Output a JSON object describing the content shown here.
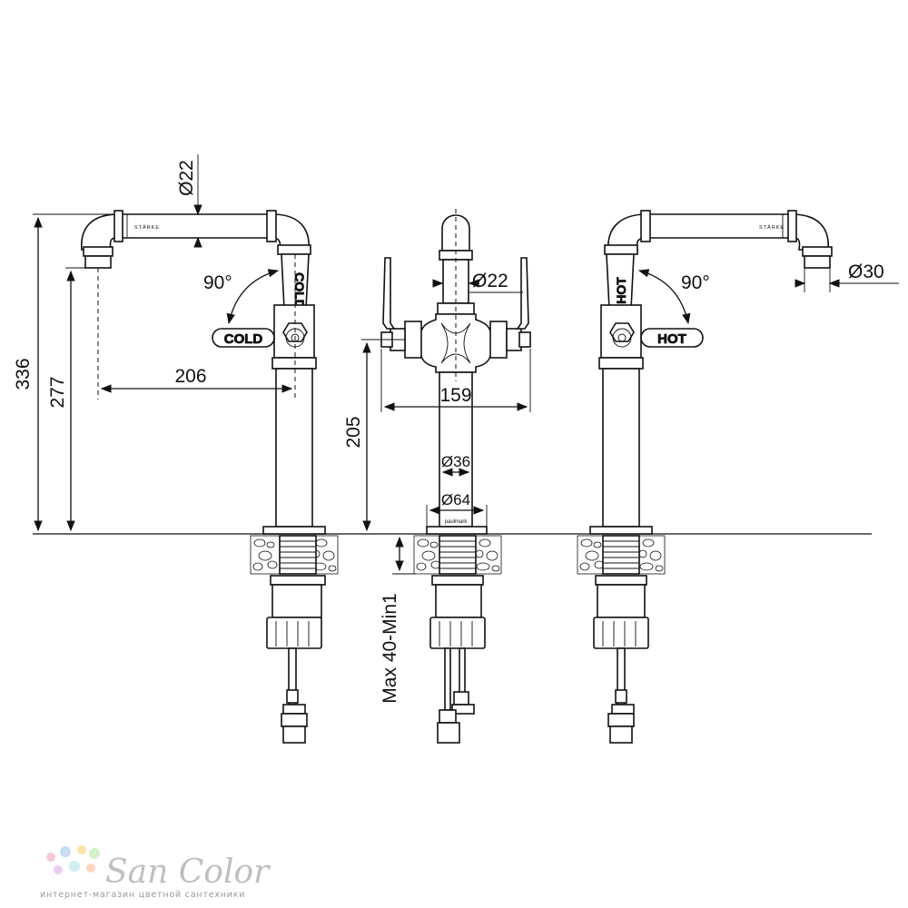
{
  "dimensions": {
    "d22_top": "Ø22",
    "angle_left": "90°",
    "angle_right": "90°",
    "h336": "336",
    "h277": "277",
    "w206": "206",
    "d22_mid": "Ø22",
    "d30": "Ø30",
    "w159": "159",
    "h205": "205",
    "d36": "Ø36",
    "d64": "Ø64",
    "max_min": "Max 40-Min1"
  },
  "labels": {
    "cold_handle": "COLD",
    "cold_plate": "COLD",
    "hot_handle": "HOT",
    "hot_plate": "HOT",
    "brand_left": "STÄRKE",
    "brand_right": "STÄRKE",
    "brand_base": "paulmark"
  },
  "watermark": {
    "name": "San Color",
    "tagline": "интернет-магазин цветной сантехники",
    "dot_colors": [
      "#f7c8d9",
      "#c9dcf5",
      "#fbe3a8",
      "#d5f0c6",
      "#e8cdf2",
      "#cfeef0",
      "#fcd6c0"
    ]
  }
}
